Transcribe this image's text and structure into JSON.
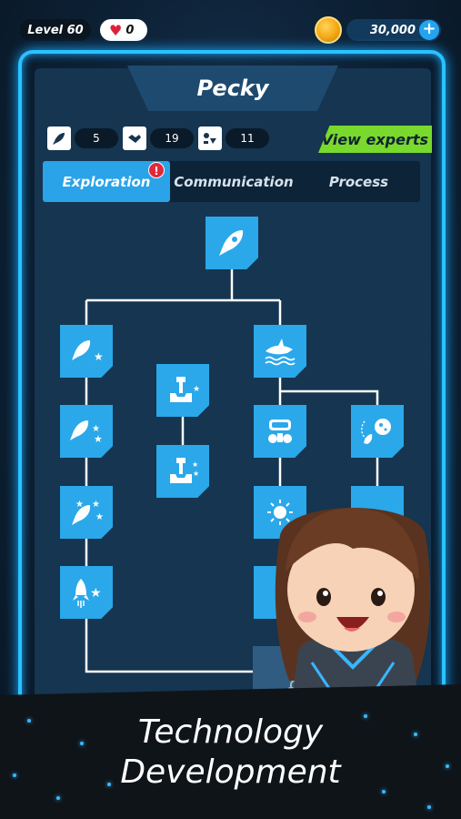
{
  "topbar": {
    "level_label": "Level 60",
    "hearts_count": "0",
    "coins": "30,000",
    "plus_label": "+"
  },
  "panel": {
    "character_name": "Pecky",
    "stats": [
      {
        "icon": "rocket-icon",
        "value": "5"
      },
      {
        "icon": "handshake-icon",
        "value": "19"
      },
      {
        "icon": "process-icon",
        "value": "11"
      }
    ],
    "view_experts_label": "View experts"
  },
  "tabs": [
    {
      "label": "Exploration",
      "active": true,
      "alert": "!"
    },
    {
      "label": "Communication",
      "active": false
    },
    {
      "label": "Process",
      "active": false
    }
  ],
  "tech_tree": {
    "nodes": [
      {
        "name": "node-rocket-root",
        "icon": "rocket-icon"
      },
      {
        "name": "node-rocket-star-1",
        "icon": "rocket-star-icon"
      },
      {
        "name": "node-rocket-star-2",
        "icon": "rocket-stars-icon"
      },
      {
        "name": "node-rocket-star-3",
        "icon": "rocket-stars-icon"
      },
      {
        "name": "node-rocket-launch",
        "icon": "rocket-launch-icon"
      },
      {
        "name": "node-drill-1",
        "icon": "drill-icon"
      },
      {
        "name": "node-drill-2",
        "icon": "drill-icon"
      },
      {
        "name": "node-shark",
        "icon": "shark-icon"
      },
      {
        "name": "node-mask",
        "icon": "mask-icon"
      },
      {
        "name": "node-moon",
        "icon": "moon-rocket-icon"
      },
      {
        "name": "node-sun",
        "icon": "sun-icon"
      },
      {
        "name": "node-locked",
        "icon": "lock-icon"
      }
    ]
  },
  "caption": {
    "line1": "Technology",
    "line2": "Development"
  },
  "colors": {
    "accent": "#2aa8ea",
    "frame_glow": "#29c3ff",
    "green_button": "#79d92c",
    "alert": "#e0283a",
    "coin": "#f2a20c"
  }
}
